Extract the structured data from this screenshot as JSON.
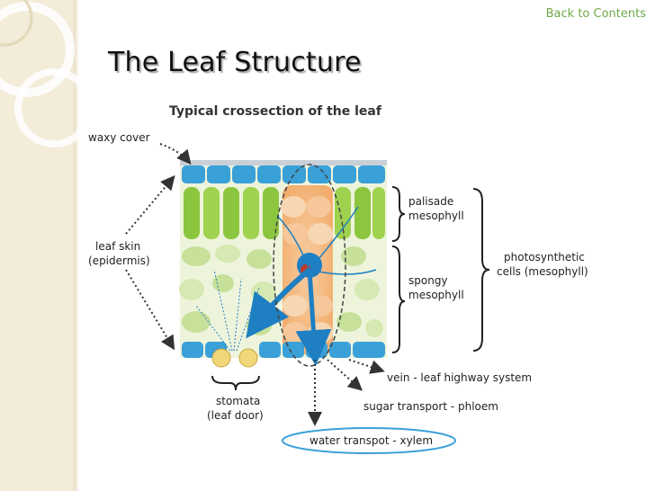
{
  "nav": {
    "back_label": "Back to Contents"
  },
  "slide": {
    "title": "The Leaf Structure"
  },
  "diagram": {
    "heading": "Typical crossection of the leaf",
    "labels": {
      "waxy_cover": "waxy cover",
      "leaf_skin_1": "leaf skin",
      "leaf_skin_2": "(epidermis)",
      "palisade_1": "palisade",
      "palisade_2": "mesophyll",
      "spongy_1": "spongy",
      "spongy_2": "mesophyll",
      "photosynthetic_1": "photosynthetic",
      "photosynthetic_2": "cells (mesophyll)",
      "vein": "vein - leaf highway system",
      "stomata_1": "stomata",
      "stomata_2": "(leaf door)",
      "phloem": "sugar transport - phloem",
      "xylem": "water transpot - xylem"
    }
  },
  "colors": {
    "accent_link": "#6fa84a",
    "epidermis": "#3aa0d8",
    "palisade": "#8cc63f",
    "spongy": "#c7e09a",
    "vein": "#f2a560",
    "arrow_blue": "#1e7fc2"
  }
}
